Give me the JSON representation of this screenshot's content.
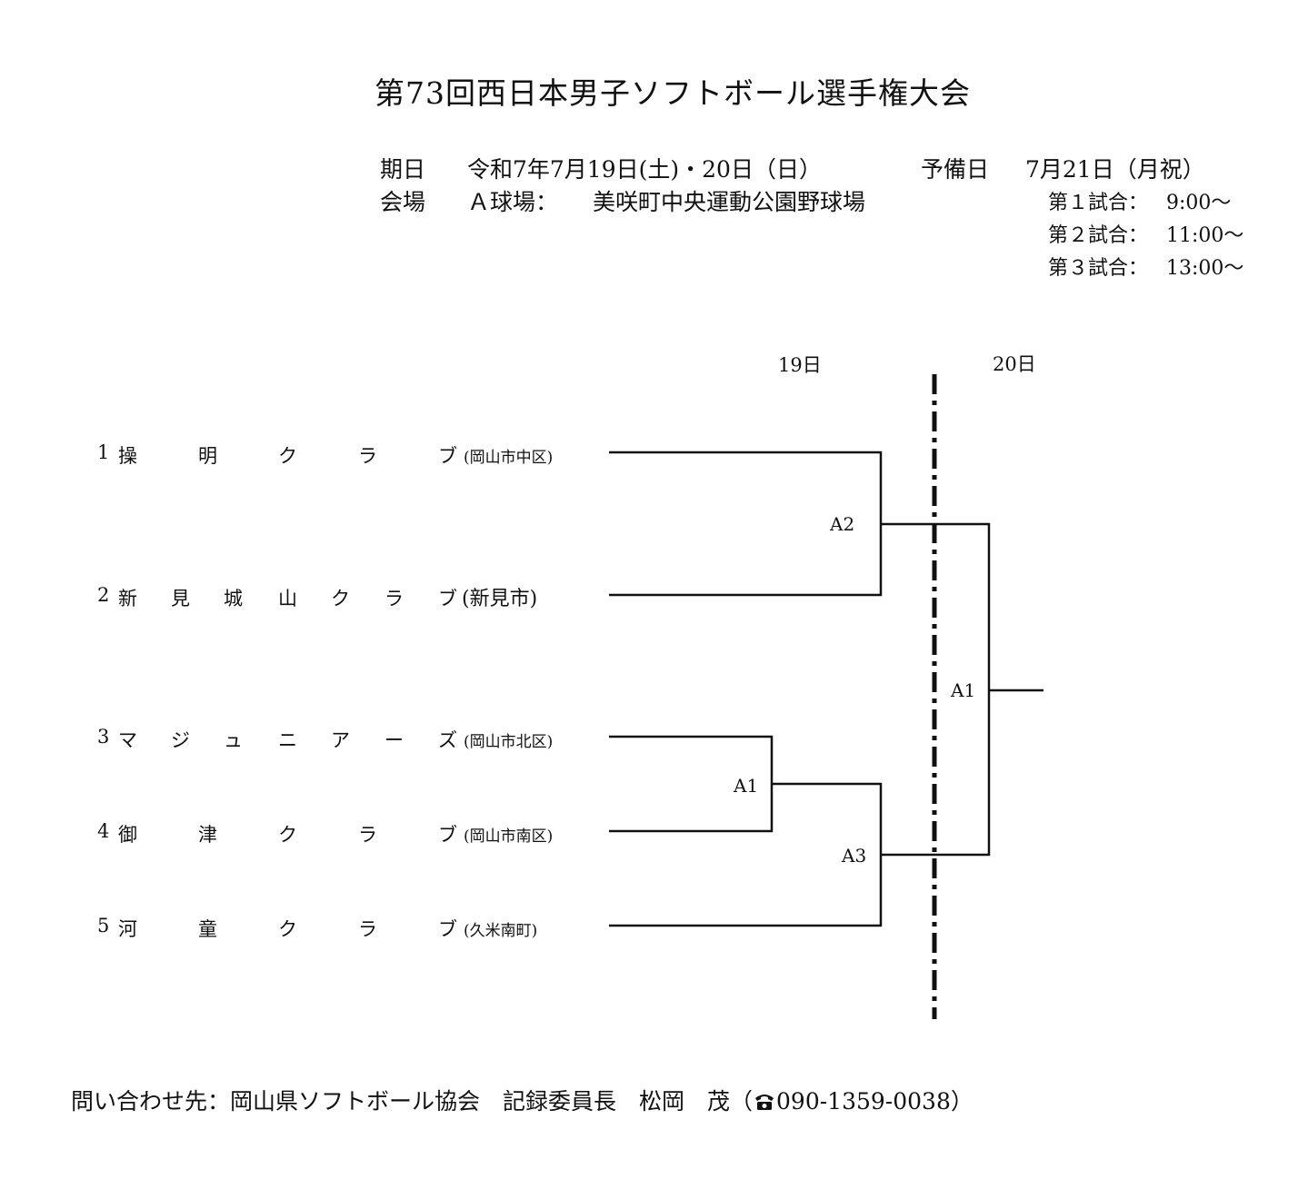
{
  "title": "第73回西日本男子ソフトボール選手権大会",
  "info": {
    "date_label": "期日",
    "date_value": "令和7年7月19日(土)・20日（日）",
    "reserve_label": "予備日",
    "reserve_value": "7月21日（月祝）",
    "venue_label": "会場",
    "venue_field": "Ａ球場：",
    "venue_name": "美咲町中央運動公園野球場"
  },
  "schedule": [
    {
      "game": "第１試合：",
      "time": " 9:00～"
    },
    {
      "game": "第２試合：",
      "time": "11:00～"
    },
    {
      "game": "第３試合：",
      "time": "13:00～"
    }
  ],
  "days": {
    "day1": "19日",
    "day2": "20日"
  },
  "teams": [
    {
      "num": "1",
      "chars": [
        "操",
        "明",
        "ク",
        "ラ",
        "ブ"
      ],
      "location": "(岡山市中区)"
    },
    {
      "num": "2",
      "chars": [
        "新",
        "見",
        "城",
        "山",
        "ク",
        "ラ",
        "ブ"
      ],
      "location": "(新見市)"
    },
    {
      "num": "3",
      "chars": [
        "マ",
        "ジ",
        "ュ",
        "ニ",
        "ア",
        "ー",
        "ズ"
      ],
      "location": "(岡山市北区)"
    },
    {
      "num": "4",
      "chars": [
        "御",
        "津",
        "ク",
        "ラ",
        "ブ"
      ],
      "location": "(岡山市南区)"
    },
    {
      "num": "5",
      "chars": [
        "河",
        "童",
        "ク",
        "ラ",
        "ブ"
      ],
      "location": "(久米南町)"
    }
  ],
  "matches": {
    "m1": "A2",
    "m2": "A1",
    "m3": "A3",
    "final": "A1"
  },
  "footer": {
    "contact": "問い合わせ先：岡山県ソフトボール協会　記録委員長　松岡　茂（",
    "phone_icon": "telephone-icon",
    "phone": "090-1359-0038）"
  },
  "colors": {
    "line": "#111111",
    "background": "#ffffff"
  }
}
